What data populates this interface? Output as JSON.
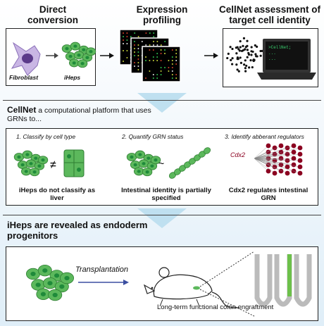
{
  "top": {
    "col1_title": "Direct conversion",
    "col2_title": "Expression profiling",
    "col3_title": "CellNet assessment of target cell identity",
    "fibroblast_label": "Fibroblast",
    "iheps_label": "iHeps",
    "terminal_line1": ">CellNet;",
    "terminal_line2": "...",
    "terminal_line3": "..."
  },
  "middle": {
    "intro_bold": "CellNet",
    "intro_rest": " a computational platform that uses GRNs to...",
    "steps": [
      {
        "title": "1. Classify by cell type",
        "caption": "iHeps do not classify as liver"
      },
      {
        "title": "2. Quantify GRN status",
        "caption": "Intestinal identity is partially specified"
      },
      {
        "title": "3. Identify abberant regulators",
        "caption": "Cdx2 regulates intestinal GRN"
      }
    ],
    "neq_symbol": "≠",
    "tilde_symbol": "~",
    "regulator_label": "Cdx2"
  },
  "bottom": {
    "heading": "iHeps are revealed as endoderm progenitors",
    "arrow_label": "Transplantation",
    "caption": "Long-term functional colon engraftment"
  },
  "colors": {
    "cell_green": "#5cb85c",
    "nucleus_green": "#1f8a3a",
    "chevron_blue": "#bfe0f0",
    "arrow_blue": "#3b4fa0",
    "regulator_red": "#8b0020"
  }
}
